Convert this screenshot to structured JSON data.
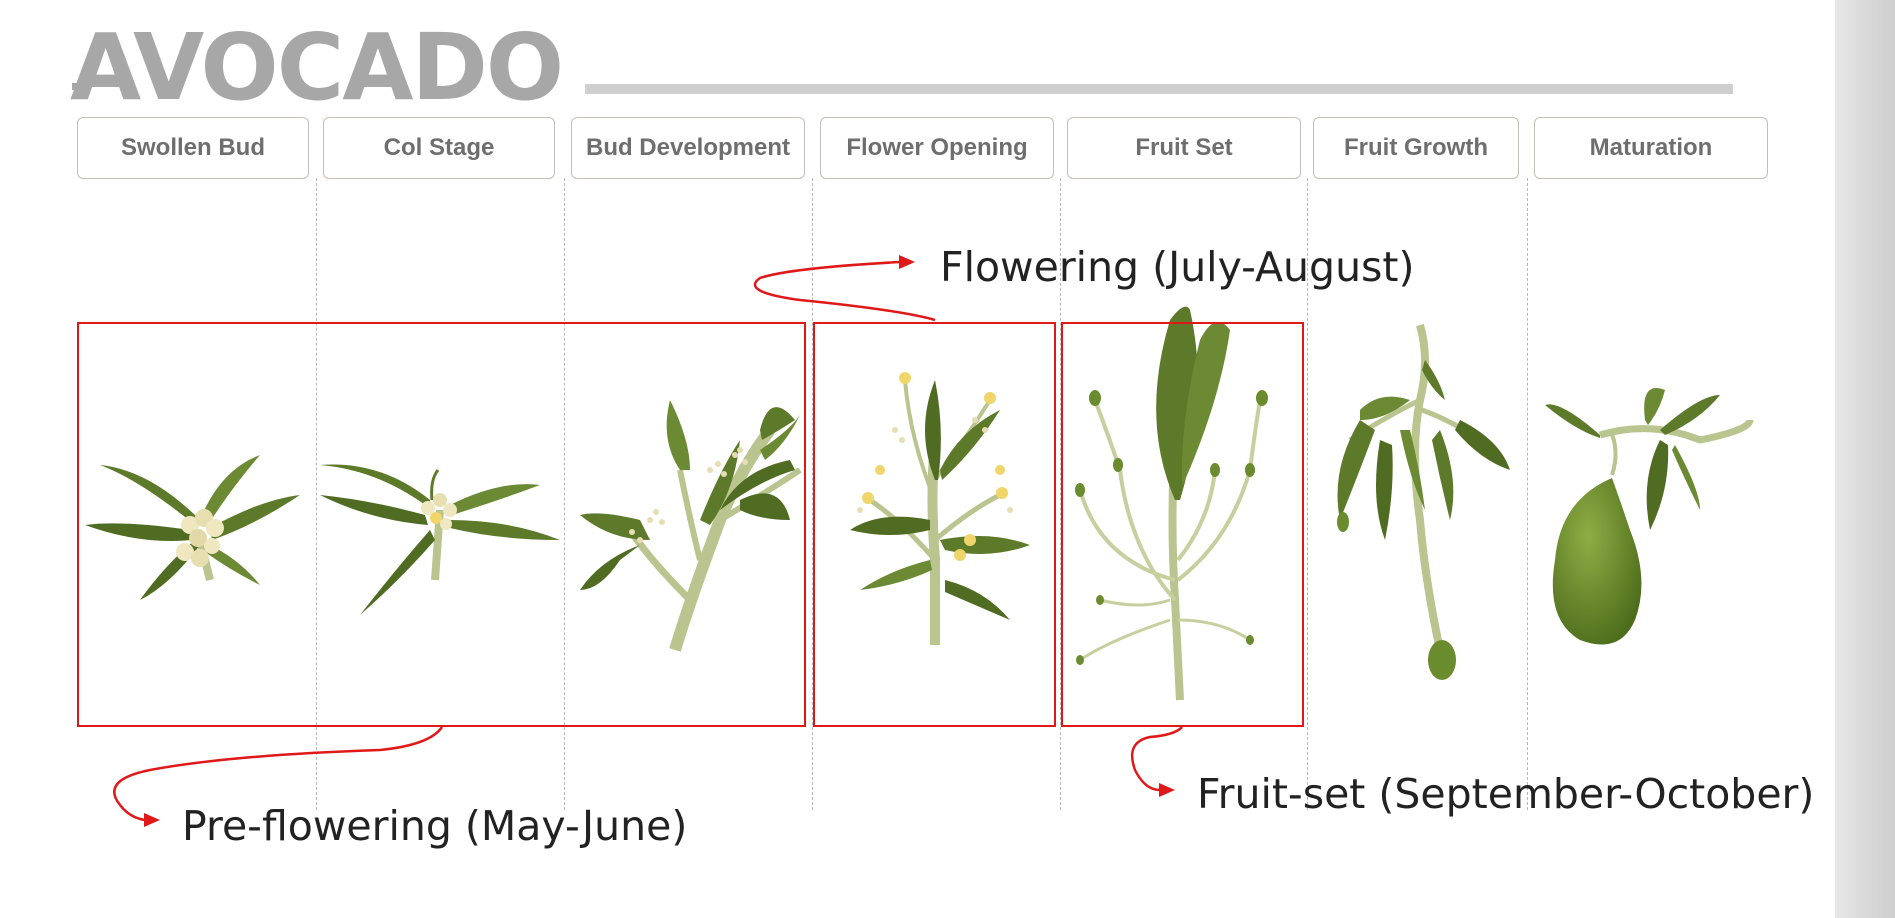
{
  "title": "AVOCADO",
  "stages": [
    {
      "label": "Swollen Bud"
    },
    {
      "label": "Col Stage"
    },
    {
      "label": "Bud Development"
    },
    {
      "label": "Flower Opening"
    },
    {
      "label": "Fruit Set"
    },
    {
      "label": "Fruit Growth"
    },
    {
      "label": "Maturation"
    }
  ],
  "phases": {
    "pre_flowering": "Pre-flowering (May-June)",
    "flowering": "Flowering (July-August)",
    "fruit_set": "Fruit-set (September-October)"
  },
  "colors": {
    "box_outline": "#e01818",
    "leaf": "#5c7a2a",
    "stem": "#b9c48e",
    "flower": "#efe7c0",
    "fruit": "#6a8c2e"
  }
}
